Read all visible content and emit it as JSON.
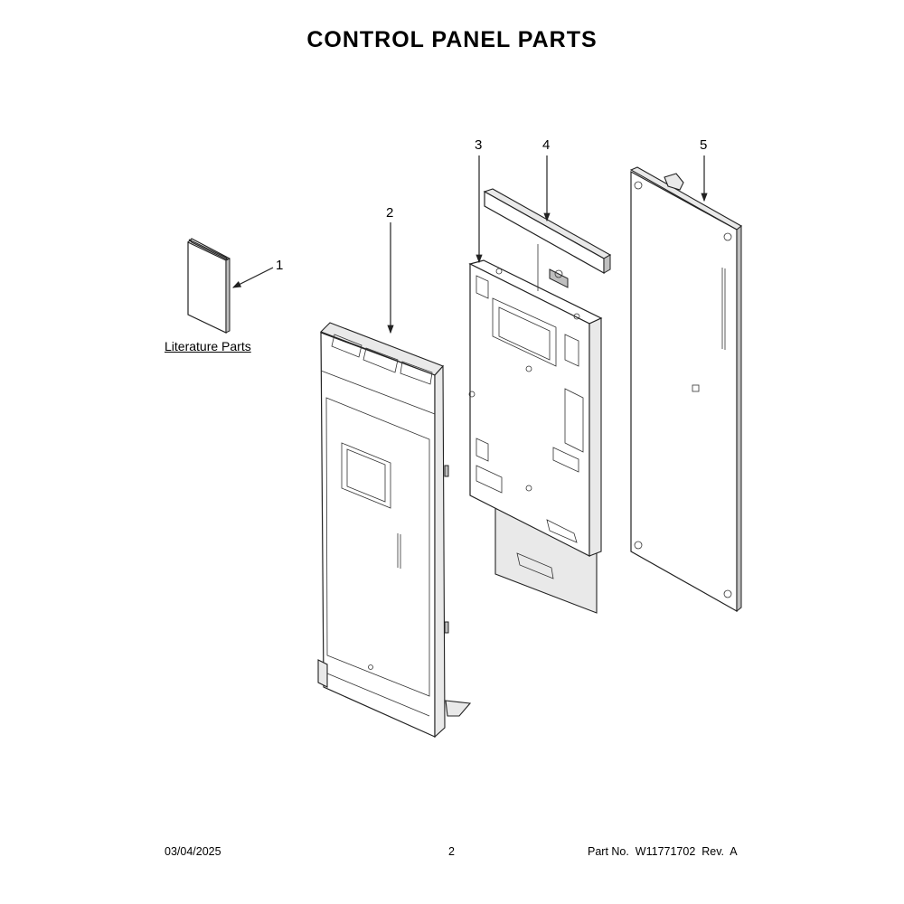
{
  "title": "CONTROL PANEL PARTS",
  "callouts": {
    "c1": "1",
    "c2": "2",
    "c3": "3",
    "c4": "4",
    "c5": "5"
  },
  "literature_label": "Literature Parts",
  "footer": {
    "date": "03/04/2025",
    "page": "2",
    "part_no": "Part No.  W11771702  Rev.  A"
  }
}
